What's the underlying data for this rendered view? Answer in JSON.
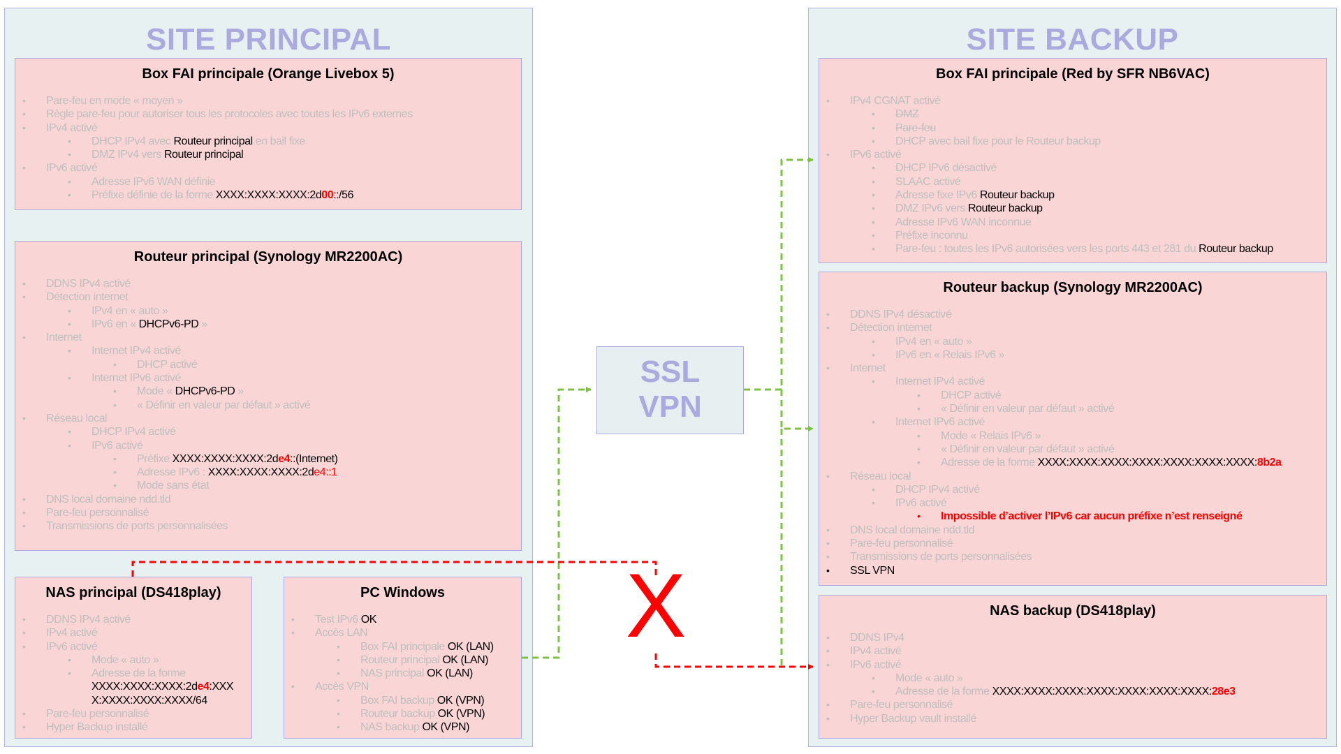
{
  "site_principal": {
    "title": "SITE PRINCIPAL",
    "box_fai": {
      "title": "Box FAI principale (Orange Livebox 5)",
      "items": [
        {
          "level": 1,
          "parts": [
            {
              "t": "Pare-feu en mode « moyen »",
              "c": "g"
            }
          ]
        },
        {
          "level": 1,
          "parts": [
            {
              "t": "Règle pare-feu pour autoriser tous les protocoles avec toutes les IPv6 externes",
              "c": "g"
            }
          ]
        },
        {
          "level": 1,
          "parts": [
            {
              "t": "IPv4 activé",
              "c": "g"
            }
          ]
        },
        {
          "level": 2,
          "parts": [
            {
              "t": "DHCP IPv4 avec ",
              "c": "g"
            },
            {
              "t": "Routeur principal",
              "c": "k"
            },
            {
              "t": " en bail fixe",
              "c": "g"
            }
          ]
        },
        {
          "level": 2,
          "parts": [
            {
              "t": "DMZ IPv4 vers ",
              "c": "g"
            },
            {
              "t": "Routeur principal",
              "c": "k"
            }
          ]
        },
        {
          "level": 1,
          "parts": [
            {
              "t": "IPv6 activé",
              "c": "g"
            }
          ]
        },
        {
          "level": 2,
          "parts": [
            {
              "t": "Adresse IPv6 WAN définie",
              "c": "g"
            }
          ]
        },
        {
          "level": 2,
          "parts": [
            {
              "t": "Préfixe définie de la forme ",
              "c": "g"
            },
            {
              "t": "XXXX:XXXX:XXXX:2d",
              "c": "k"
            },
            {
              "t": "00",
              "c": "rb"
            },
            {
              "t": "::/56",
              "c": "k"
            }
          ]
        }
      ]
    },
    "routeur": {
      "title": "Routeur principal (Synology MR2200AC)",
      "items": [
        {
          "level": 1,
          "parts": [
            {
              "t": "DDNS IPv4 activé",
              "c": "g"
            }
          ]
        },
        {
          "level": 1,
          "parts": [
            {
              "t": "Détection internet",
              "c": "g"
            }
          ]
        },
        {
          "level": 2,
          "parts": [
            {
              "t": "IPv4 en « auto »",
              "c": "g"
            }
          ]
        },
        {
          "level": 2,
          "parts": [
            {
              "t": "IPv6 en « ",
              "c": "g"
            },
            {
              "t": "DHCPv6-PD",
              "c": "k"
            },
            {
              "t": " »",
              "c": "g"
            }
          ]
        },
        {
          "level": 1,
          "parts": [
            {
              "t": "Internet",
              "c": "g"
            }
          ]
        },
        {
          "level": 2,
          "parts": [
            {
              "t": "Internet IPv4 activé",
              "c": "g"
            }
          ]
        },
        {
          "level": 3,
          "parts": [
            {
              "t": "DHCP activé",
              "c": "g"
            }
          ]
        },
        {
          "level": 2,
          "parts": [
            {
              "t": "Internet IPv6 activé",
              "c": "g"
            }
          ]
        },
        {
          "level": 3,
          "parts": [
            {
              "t": "Mode « ",
              "c": "g"
            },
            {
              "t": "DHCPv6-PD",
              "c": "k"
            },
            {
              "t": " »",
              "c": "g"
            }
          ]
        },
        {
          "level": 3,
          "parts": [
            {
              "t": "« Définir en valeur par défaut » activé",
              "c": "g"
            }
          ]
        },
        {
          "level": 1,
          "parts": [
            {
              "t": "Réseau local",
              "c": "g"
            }
          ]
        },
        {
          "level": 2,
          "parts": [
            {
              "t": "DHCP IPv4 activé",
              "c": "g"
            }
          ]
        },
        {
          "level": 2,
          "parts": [
            {
              "t": "IPv6 activé",
              "c": "g"
            }
          ]
        },
        {
          "level": 3,
          "parts": [
            {
              "t": "Préfixe ",
              "c": "g"
            },
            {
              "t": "XXXX:XXXX:XXXX:2d",
              "c": "k"
            },
            {
              "t": "e4",
              "c": "rb"
            },
            {
              "t": "::(Internet)",
              "c": "k"
            }
          ]
        },
        {
          "level": 3,
          "parts": [
            {
              "t": "Adresse IPv6 : ",
              "c": "g"
            },
            {
              "t": "XXXX:XXXX:XXXX:2d",
              "c": "k"
            },
            {
              "t": "e4::1",
              "c": "r"
            }
          ]
        },
        {
          "level": 3,
          "parts": [
            {
              "t": "Mode sans état",
              "c": "g"
            }
          ]
        },
        {
          "level": 1,
          "parts": [
            {
              "t": "DNS local domaine ndd.tld",
              "c": "g"
            }
          ]
        },
        {
          "level": 1,
          "parts": [
            {
              "t": "Pare-feu personnalisé",
              "c": "g"
            }
          ]
        },
        {
          "level": 1,
          "parts": [
            {
              "t": "Transmissions de ports personnalisées",
              "c": "g"
            }
          ]
        }
      ]
    },
    "nas": {
      "title": "NAS principal (DS418play)",
      "items": [
        {
          "level": 1,
          "parts": [
            {
              "t": "DDNS IPv4 activé",
              "c": "g"
            }
          ]
        },
        {
          "level": 1,
          "parts": [
            {
              "t": "IPv4 activé",
              "c": "g"
            }
          ]
        },
        {
          "level": 1,
          "parts": [
            {
              "t": "IPv6 activé",
              "c": "g"
            }
          ]
        },
        {
          "level": 2,
          "parts": [
            {
              "t": "Mode « auto »",
              "c": "g"
            }
          ]
        },
        {
          "level": 2,
          "parts": [
            {
              "t": "Adresse de la forme",
              "c": "g"
            }
          ]
        },
        {
          "level": 0,
          "indent": 2,
          "parts": [
            {
              "t": "XXXX:XXXX:XXXX:2d",
              "c": "k"
            },
            {
              "t": "e4",
              "c": "rb"
            },
            {
              "t": ":XXX",
              "c": "k"
            }
          ]
        },
        {
          "level": 0,
          "indent": 2,
          "parts": [
            {
              "t": "X:XXXX:XXXX:XXXX/64",
              "c": "k"
            }
          ]
        },
        {
          "level": 1,
          "parts": [
            {
              "t": "Pare-feu personnalisé",
              "c": "g"
            }
          ]
        },
        {
          "level": 1,
          "parts": [
            {
              "t": "Hyper Backup installé",
              "c": "g"
            }
          ]
        }
      ]
    },
    "pc": {
      "title": "PC Windows",
      "items": [
        {
          "level": 1,
          "parts": [
            {
              "t": "Test IPv6 ",
              "c": "g"
            },
            {
              "t": "OK",
              "c": "k"
            }
          ]
        },
        {
          "level": 1,
          "parts": [
            {
              "t": "Accès LAN",
              "c": "g"
            }
          ]
        },
        {
          "level": 2,
          "parts": [
            {
              "t": "Box FAI principale ",
              "c": "g"
            },
            {
              "t": "OK (LAN)",
              "c": "k"
            }
          ]
        },
        {
          "level": 2,
          "parts": [
            {
              "t": "Routeur principal ",
              "c": "g"
            },
            {
              "t": "OK (LAN)",
              "c": "k"
            }
          ]
        },
        {
          "level": 2,
          "parts": [
            {
              "t": "NAS principal ",
              "c": "g"
            },
            {
              "t": "OK (LAN)",
              "c": "k"
            }
          ]
        },
        {
          "level": 1,
          "parts": [
            {
              "t": "Accès VPN",
              "c": "g"
            }
          ]
        },
        {
          "level": 2,
          "parts": [
            {
              "t": "Box FAI backup ",
              "c": "g"
            },
            {
              "t": "OK (VPN)",
              "c": "k"
            }
          ]
        },
        {
          "level": 2,
          "parts": [
            {
              "t": "Routeur backup ",
              "c": "g"
            },
            {
              "t": "OK (VPN)",
              "c": "k"
            }
          ]
        },
        {
          "level": 2,
          "parts": [
            {
              "t": "NAS backup ",
              "c": "g"
            },
            {
              "t": "OK (VPN)",
              "c": "k"
            }
          ]
        }
      ]
    }
  },
  "ssl_vpn": {
    "line1": "SSL",
    "line2": "VPN"
  },
  "blocked_marker": "X",
  "site_backup": {
    "title": "SITE BACKUP",
    "box_fai": {
      "title": "Box FAI principale (Red by SFR NB6VAC)",
      "items": [
        {
          "level": 1,
          "parts": [
            {
              "t": "IPv4 CGNAT activé",
              "c": "g"
            }
          ]
        },
        {
          "level": 2,
          "strike": true,
          "parts": [
            {
              "t": "DMZ",
              "c": "s"
            }
          ]
        },
        {
          "level": 2,
          "strike": true,
          "parts": [
            {
              "t": "Pare-feu",
              "c": "s"
            }
          ]
        },
        {
          "level": 2,
          "parts": [
            {
              "t": "DHCP avec bail fixe pour le Routeur backup",
              "c": "g"
            }
          ]
        },
        {
          "level": 1,
          "parts": [
            {
              "t": "IPv6 activé",
              "c": "g"
            }
          ]
        },
        {
          "level": 2,
          "parts": [
            {
              "t": "DHCP IPv6 désactivé",
              "c": "g"
            }
          ]
        },
        {
          "level": 2,
          "parts": [
            {
              "t": "SLAAC activé",
              "c": "g"
            }
          ]
        },
        {
          "level": 2,
          "parts": [
            {
              "t": "Adresse fixe IPv6 ",
              "c": "g"
            },
            {
              "t": "Routeur backup",
              "c": "k"
            }
          ]
        },
        {
          "level": 2,
          "parts": [
            {
              "t": "DMZ IPv6 vers ",
              "c": "g"
            },
            {
              "t": "Routeur backup",
              "c": "k"
            }
          ]
        },
        {
          "level": 2,
          "parts": [
            {
              "t": "Adresse IPv6 WAN inconnue",
              "c": "g"
            }
          ]
        },
        {
          "level": 2,
          "parts": [
            {
              "t": "Préfixe inconnu",
              "c": "g"
            }
          ]
        },
        {
          "level": 2,
          "parts": [
            {
              "t": "Pare-feu : toutes les IPv6 autorisées vers les ports 443 et 281 du ",
              "c": "g"
            },
            {
              "t": "Routeur backup",
              "c": "k"
            }
          ]
        }
      ]
    },
    "routeur": {
      "title": "Routeur backup (Synology MR2200AC)",
      "items": [
        {
          "level": 1,
          "parts": [
            {
              "t": "DDNS IPv4 désactivé",
              "c": "g"
            }
          ]
        },
        {
          "level": 1,
          "parts": [
            {
              "t": "Détection internet",
              "c": "g"
            }
          ]
        },
        {
          "level": 2,
          "parts": [
            {
              "t": "IPv4 en « auto »",
              "c": "g"
            }
          ]
        },
        {
          "level": 2,
          "parts": [
            {
              "t": "IPv6 en « Relais IPv6 »",
              "c": "g"
            }
          ]
        },
        {
          "level": 1,
          "parts": [
            {
              "t": "Internet",
              "c": "g"
            }
          ]
        },
        {
          "level": 2,
          "parts": [
            {
              "t": "Internet IPv4 activé",
              "c": "g"
            }
          ]
        },
        {
          "level": 3,
          "parts": [
            {
              "t": "DHCP activé",
              "c": "g"
            }
          ]
        },
        {
          "level": 3,
          "parts": [
            {
              "t": "« Définir en valeur par défaut » activé",
              "c": "g"
            }
          ]
        },
        {
          "level": 2,
          "parts": [
            {
              "t": "Internet IPv6 activé",
              "c": "g"
            }
          ]
        },
        {
          "level": 3,
          "parts": [
            {
              "t": "Mode « Relais IPv6 »",
              "c": "g"
            }
          ]
        },
        {
          "level": 3,
          "parts": [
            {
              "t": "« Définir en valeur par défaut » activé",
              "c": "g"
            }
          ]
        },
        {
          "level": 3,
          "parts": [
            {
              "t": "Adresse de la forme ",
              "c": "g"
            },
            {
              "t": "XXXX:XXXX:XXXX:XXXX:XXXX:XXXX:XXXX:",
              "c": "k"
            },
            {
              "t": "8b2a",
              "c": "rb"
            }
          ]
        },
        {
          "level": 1,
          "parts": [
            {
              "t": "Réseau local",
              "c": "g"
            }
          ]
        },
        {
          "level": 2,
          "parts": [
            {
              "t": "DHCP IPv4 activé",
              "c": "g"
            }
          ]
        },
        {
          "level": 2,
          "parts": [
            {
              "t": "IPv6 activé",
              "c": "g"
            }
          ]
        },
        {
          "level": 3,
          "bullet": "r",
          "parts": [
            {
              "t": "Impossible d’activer l’IPv6 car aucun préfixe n’est renseigné",
              "c": "rb"
            }
          ]
        },
        {
          "level": 1,
          "parts": [
            {
              "t": "DNS local domaine ndd.tld",
              "c": "g"
            }
          ]
        },
        {
          "level": 1,
          "parts": [
            {
              "t": "Pare-feu personnalisé",
              "c": "g"
            }
          ]
        },
        {
          "level": 1,
          "parts": [
            {
              "t": "Transmissions de ports personnalisées",
              "c": "g"
            }
          ]
        },
        {
          "level": 1,
          "bullet": "k",
          "parts": [
            {
              "t": "SSL VPN",
              "c": "k"
            }
          ]
        }
      ]
    },
    "nas": {
      "title": "NAS backup (DS418play)",
      "items": [
        {
          "level": 1,
          "parts": [
            {
              "t": "DDNS IPv4",
              "c": "g"
            }
          ]
        },
        {
          "level": 1,
          "parts": [
            {
              "t": "IPv4 activé",
              "c": "g"
            }
          ]
        },
        {
          "level": 1,
          "parts": [
            {
              "t": "IPv6 activé",
              "c": "g"
            }
          ]
        },
        {
          "level": 2,
          "parts": [
            {
              "t": "Mode « auto »",
              "c": "g"
            }
          ]
        },
        {
          "level": 2,
          "parts": [
            {
              "t": "Adresse de la forme ",
              "c": "g"
            },
            {
              "t": "XXXX:XXXX:XXXX:XXXX:XXXX:XXXX:XXXX:",
              "c": "k"
            },
            {
              "t": "28e3",
              "c": "rb"
            }
          ]
        },
        {
          "level": 1,
          "parts": [
            {
              "t": "Pare-feu personnalisé",
              "c": "g"
            }
          ]
        },
        {
          "level": 1,
          "parts": [
            {
              "t": "Hyper Backup vault installé",
              "c": "g"
            }
          ]
        }
      ]
    }
  },
  "colors": {
    "ok_link": "#7dc242",
    "blocked_link": "#ff0000",
    "site_title": "#aaaade",
    "box_fill": "#f9d6d5",
    "site_fill": "#e8f1f1"
  }
}
